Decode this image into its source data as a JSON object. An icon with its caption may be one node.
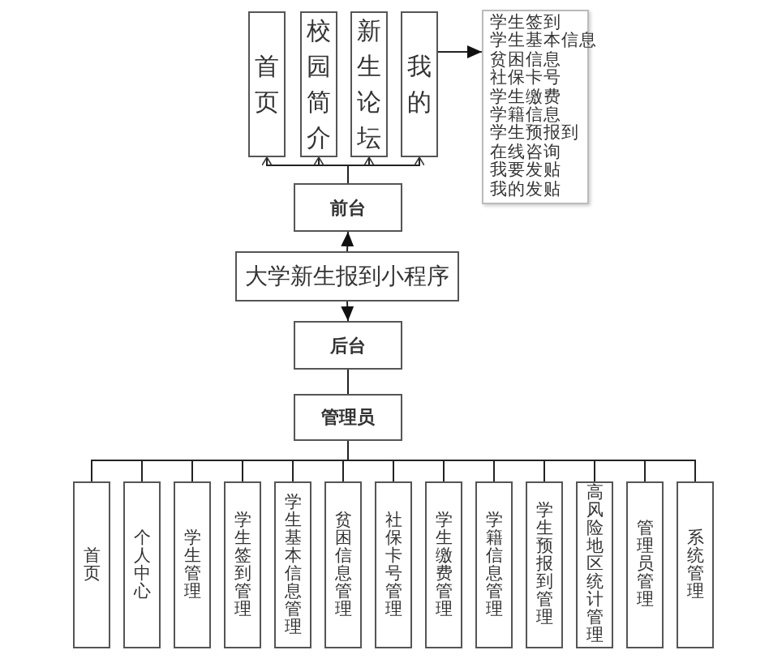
{
  "diagram": {
    "nodes": [
      {
        "text": [
          "首页"
        ]
      },
      {
        "text": [
          "校园简介"
        ]
      },
      {
        "text": [
          "新生论坛"
        ]
      },
      {
        "text": [
          "我的"
        ]
      },
      {
        "text": [
          "学生签到",
          "学生基本信息",
          "贫困信息",
          "社保卡号",
          "学生缴费",
          "学籍信息",
          "学生预报到",
          "在线咨询",
          "我要发贴",
          "我的发贴"
        ]
      },
      {
        "text": [
          "前台"
        ]
      },
      {
        "text": [
          "大学新生报到小程序"
        ]
      },
      {
        "text": [
          "后台"
        ]
      },
      {
        "text": [
          "管理员"
        ]
      },
      {
        "text": [
          "首页"
        ]
      },
      {
        "text": [
          "个人中心"
        ]
      },
      {
        "text": [
          "学生管理"
        ]
      },
      {
        "text": [
          "学生签到管理"
        ]
      },
      {
        "text": [
          "学生基本信息管理"
        ]
      },
      {
        "text": [
          "贫困信息管理"
        ]
      },
      {
        "text": [
          "社保卡号管理"
        ]
      },
      {
        "text": [
          "学生缴费管理"
        ]
      },
      {
        "text": [
          "学籍信息管理"
        ]
      },
      {
        "text": [
          "学生预报到管理"
        ]
      },
      {
        "text": [
          "高风险地区统计管理"
        ]
      },
      {
        "text": [
          "管理员管理"
        ]
      },
      {
        "text": [
          "系统管理"
        ]
      }
    ],
    "edges": [
      {
        "from": 5,
        "to": 0,
        "arrow": "to"
      },
      {
        "from": 5,
        "to": 1,
        "arrow": "to"
      },
      {
        "from": 5,
        "to": 2,
        "arrow": "to"
      },
      {
        "from": 5,
        "to": 3,
        "arrow": "to"
      },
      {
        "from": 3,
        "to": 4,
        "arrow": "to"
      },
      {
        "from": 6,
        "to": 5,
        "arrow": "to"
      },
      {
        "from": 6,
        "to": 7,
        "arrow": "to"
      },
      {
        "from": 7,
        "to": 8,
        "arrow": "none"
      },
      {
        "from": 8,
        "to": 9,
        "arrow": "none"
      },
      {
        "from": 8,
        "to": 10,
        "arrow": "none"
      },
      {
        "from": 8,
        "to": 11,
        "arrow": "none"
      },
      {
        "from": 8,
        "to": 12,
        "arrow": "none"
      },
      {
        "from": 8,
        "to": 13,
        "arrow": "none"
      },
      {
        "from": 8,
        "to": 14,
        "arrow": "none"
      },
      {
        "from": 8,
        "to": 15,
        "arrow": "none"
      },
      {
        "from": 8,
        "to": 16,
        "arrow": "none"
      },
      {
        "from": 8,
        "to": 17,
        "arrow": "none"
      },
      {
        "from": 8,
        "to": 18,
        "arrow": "none"
      },
      {
        "from": 8,
        "to": 19,
        "arrow": "none"
      },
      {
        "from": 8,
        "to": 20,
        "arrow": "none"
      },
      {
        "from": 8,
        "to": 21,
        "arrow": "none"
      }
    ]
  }
}
